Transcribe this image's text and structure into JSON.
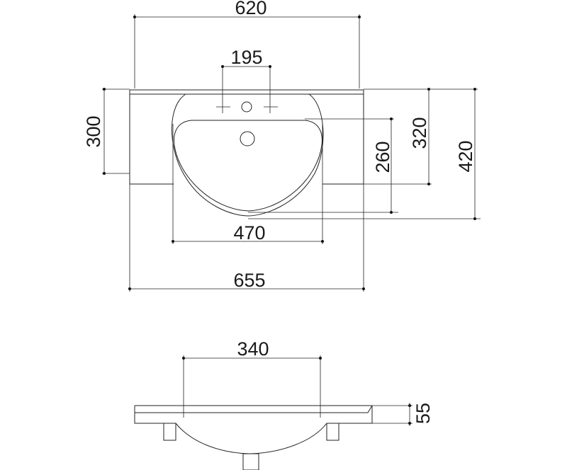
{
  "drawing": {
    "plan_view": {
      "dimensions": {
        "overall_top_width": "620",
        "tap_hole_spacing": "195",
        "left_depth": "300",
        "right_inner_depth": "320",
        "right_total_depth": "420",
        "bowl_depth": "260",
        "bowl_width": "470",
        "overall_width": "655"
      }
    },
    "side_view": {
      "dimensions": {
        "bracket_spacing": "340",
        "slab_thickness": "55"
      }
    }
  }
}
